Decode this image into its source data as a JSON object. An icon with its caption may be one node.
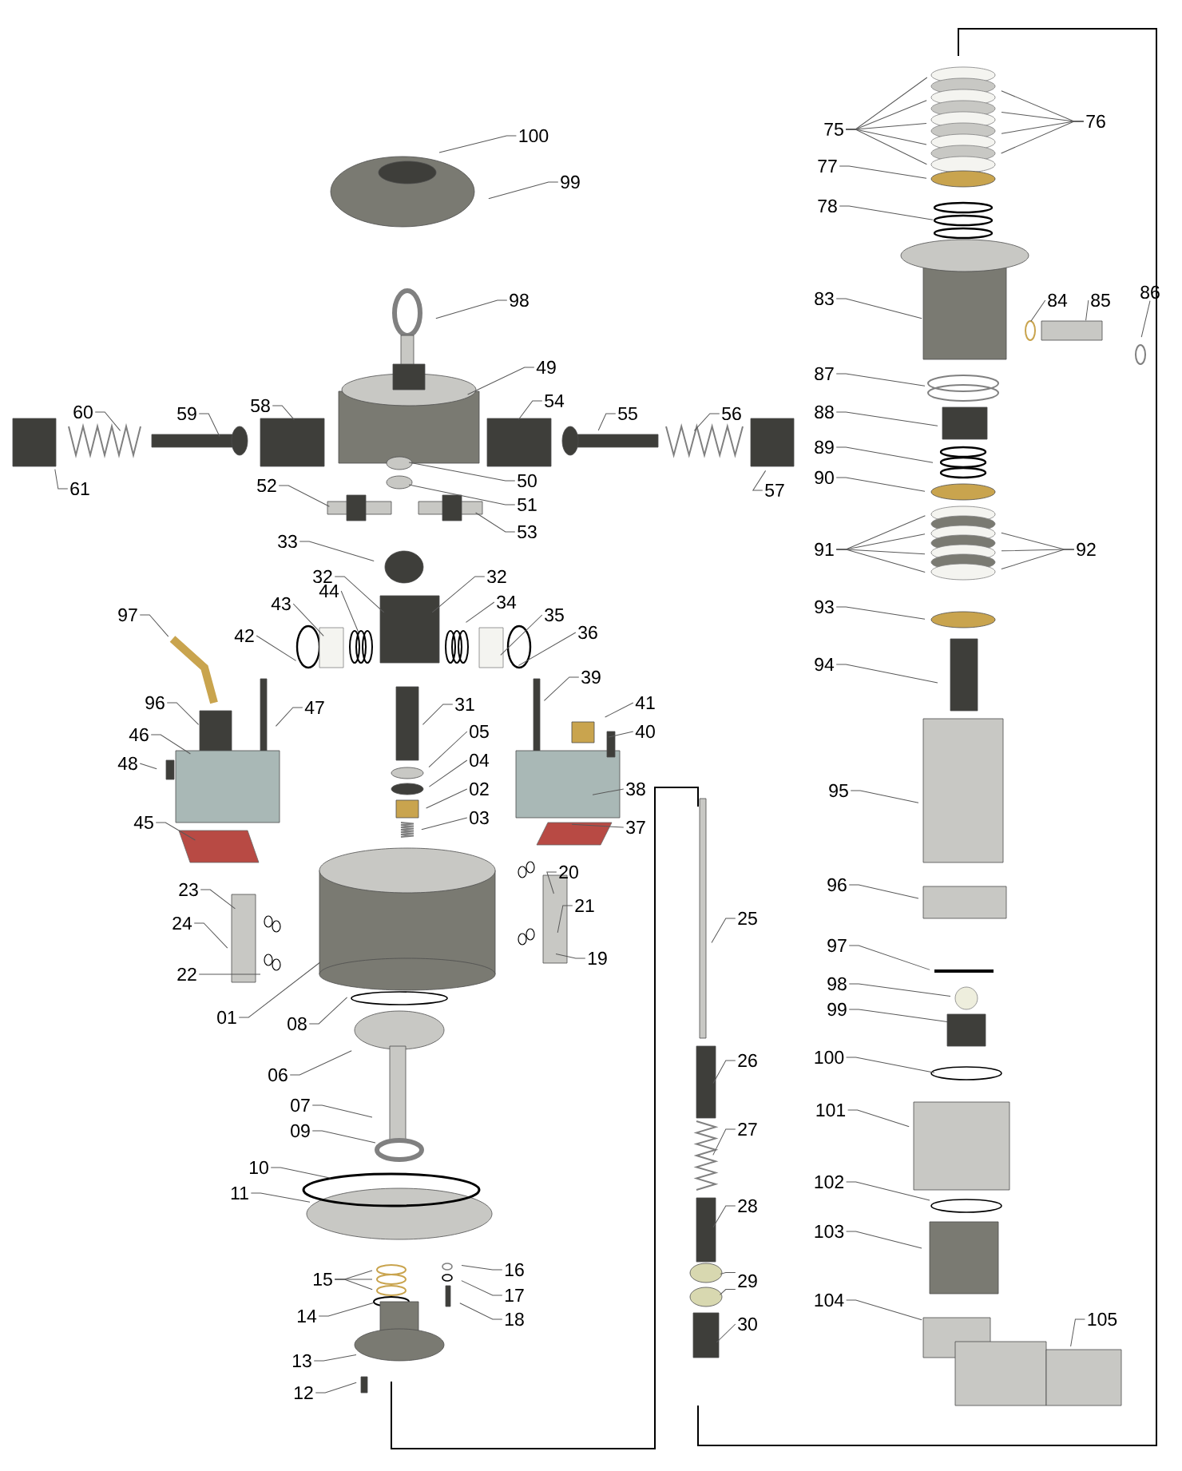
{
  "diagram": {
    "nodes": [
      {
        "text": [
          "100"
        ]
      },
      {
        "text": [
          "99"
        ]
      },
      {
        "text": [
          "98"
        ]
      },
      {
        "text": [
          "49"
        ]
      },
      {
        "text": [
          "58"
        ]
      },
      {
        "text": [
          "54"
        ]
      },
      {
        "text": [
          "59"
        ]
      },
      {
        "text": [
          "60"
        ]
      },
      {
        "text": [
          "61"
        ]
      },
      {
        "text": [
          "55"
        ]
      },
      {
        "text": [
          "56"
        ]
      },
      {
        "text": [
          "57"
        ]
      },
      {
        "text": [
          "50"
        ]
      },
      {
        "text": [
          "51"
        ]
      },
      {
        "text": [
          "52"
        ]
      },
      {
        "text": [
          "53"
        ]
      },
      {
        "text": [
          "33"
        ]
      },
      {
        "text": [
          "32"
        ]
      },
      {
        "text": [
          "32"
        ]
      },
      {
        "text": [
          "97"
        ]
      },
      {
        "text": [
          "42"
        ]
      },
      {
        "text": [
          "43"
        ]
      },
      {
        "text": [
          "44"
        ]
      },
      {
        "text": [
          "34"
        ]
      },
      {
        "text": [
          "35"
        ]
      },
      {
        "text": [
          "36"
        ]
      },
      {
        "text": [
          "39"
        ]
      },
      {
        "text": [
          "31"
        ]
      },
      {
        "text": [
          "47"
        ]
      },
      {
        "text": [
          "96"
        ]
      },
      {
        "text": [
          "41"
        ]
      },
      {
        "text": [
          "40"
        ]
      },
      {
        "text": [
          "46"
        ]
      },
      {
        "text": [
          "48"
        ]
      },
      {
        "text": [
          "05"
        ]
      },
      {
        "text": [
          "04"
        ]
      },
      {
        "text": [
          "02"
        ]
      },
      {
        "text": [
          "38"
        ]
      },
      {
        "text": [
          "03"
        ]
      },
      {
        "text": [
          "37"
        ]
      },
      {
        "text": [
          "45"
        ]
      },
      {
        "text": [
          "20"
        ]
      },
      {
        "text": [
          "23"
        ]
      },
      {
        "text": [
          "21"
        ]
      },
      {
        "text": [
          "24"
        ]
      },
      {
        "text": [
          "25"
        ]
      },
      {
        "text": [
          "19"
        ]
      },
      {
        "text": [
          "22"
        ]
      },
      {
        "text": [
          "01"
        ]
      },
      {
        "text": [
          "08"
        ]
      },
      {
        "text": [
          "06"
        ]
      },
      {
        "text": [
          "07"
        ]
      },
      {
        "text": [
          "09"
        ]
      },
      {
        "text": [
          "10"
        ]
      },
      {
        "text": [
          "11"
        ]
      },
      {
        "text": [
          "15"
        ]
      },
      {
        "text": [
          "16"
        ]
      },
      {
        "text": [
          "17"
        ]
      },
      {
        "text": [
          "18"
        ]
      },
      {
        "text": [
          "14"
        ]
      },
      {
        "text": [
          "13"
        ]
      },
      {
        "text": [
          "12"
        ]
      },
      {
        "text": [
          "26"
        ]
      },
      {
        "text": [
          "27"
        ]
      },
      {
        "text": [
          "28"
        ]
      },
      {
        "text": [
          "29"
        ]
      },
      {
        "text": [
          "30"
        ]
      },
      {
        "text": [
          "75"
        ]
      },
      {
        "text": [
          "76"
        ]
      },
      {
        "text": [
          "77"
        ]
      },
      {
        "text": [
          "78"
        ]
      },
      {
        "text": [
          "83"
        ]
      },
      {
        "text": [
          "84"
        ]
      },
      {
        "text": [
          "85"
        ]
      },
      {
        "text": [
          "86"
        ]
      },
      {
        "text": [
          "87"
        ]
      },
      {
        "text": [
          "88"
        ]
      },
      {
        "text": [
          "89"
        ]
      },
      {
        "text": [
          "90"
        ]
      },
      {
        "text": [
          "91"
        ]
      },
      {
        "text": [
          "92"
        ]
      },
      {
        "text": [
          "93"
        ]
      },
      {
        "text": [
          "94"
        ]
      },
      {
        "text": [
          "95"
        ]
      },
      {
        "text": [
          "96"
        ]
      },
      {
        "text": [
          "97"
        ]
      },
      {
        "text": [
          "98"
        ]
      },
      {
        "text": [
          "99"
        ]
      },
      {
        "text": [
          "100"
        ]
      },
      {
        "text": [
          "101"
        ]
      },
      {
        "text": [
          "102"
        ]
      },
      {
        "text": [
          "103"
        ]
      },
      {
        "text": [
          "104"
        ]
      },
      {
        "text": [
          "105"
        ]
      }
    ],
    "edges": [
      {
        "from": 0,
        "to": null,
        "arrow": "none"
      },
      {
        "from": 1,
        "to": null,
        "arrow": "none"
      },
      {
        "from": 2,
        "to": null,
        "arrow": "none"
      },
      {
        "from": 3,
        "to": null,
        "arrow": "none"
      },
      {
        "from": 4,
        "to": null,
        "arrow": "none"
      },
      {
        "from": 5,
        "to": null,
        "arrow": "none"
      },
      {
        "from": 6,
        "to": null,
        "arrow": "none"
      },
      {
        "from": 7,
        "to": null,
        "arrow": "none"
      },
      {
        "from": 8,
        "to": null,
        "arrow": "none"
      },
      {
        "from": 9,
        "to": null,
        "arrow": "none"
      },
      {
        "from": 10,
        "to": null,
        "arrow": "none"
      },
      {
        "from": 11,
        "to": null,
        "arrow": "none"
      },
      {
        "from": 12,
        "to": null,
        "arrow": "none"
      },
      {
        "from": 13,
        "to": null,
        "arrow": "none"
      },
      {
        "from": 14,
        "to": null,
        "arrow": "none"
      },
      {
        "from": 15,
        "to": null,
        "arrow": "none"
      },
      {
        "from": 16,
        "to": null,
        "arrow": "none"
      },
      {
        "from": 17,
        "to": null,
        "arrow": "none"
      },
      {
        "from": 18,
        "to": null,
        "arrow": "none"
      },
      {
        "from": 19,
        "to": null,
        "arrow": "none"
      },
      {
        "from": 20,
        "to": null,
        "arrow": "none"
      },
      {
        "from": 21,
        "to": null,
        "arrow": "none"
      },
      {
        "from": 22,
        "to": null,
        "arrow": "none"
      },
      {
        "from": 23,
        "to": null,
        "arrow": "none"
      },
      {
        "from": 24,
        "to": null,
        "arrow": "none"
      },
      {
        "from": 25,
        "to": null,
        "arrow": "none"
      },
      {
        "from": 26,
        "to": null,
        "arrow": "none"
      },
      {
        "from": 27,
        "to": null,
        "arrow": "none"
      },
      {
        "from": 28,
        "to": null,
        "arrow": "none"
      },
      {
        "from": 29,
        "to": null,
        "arrow": "none"
      },
      {
        "from": 30,
        "to": null,
        "arrow": "none"
      },
      {
        "from": 31,
        "to": null,
        "arrow": "none"
      },
      {
        "from": 32,
        "to": null,
        "arrow": "none"
      },
      {
        "from": 33,
        "to": null,
        "arrow": "none"
      },
      {
        "from": 34,
        "to": null,
        "arrow": "none"
      },
      {
        "from": 35,
        "to": null,
        "arrow": "none"
      },
      {
        "from": 36,
        "to": null,
        "arrow": "none"
      },
      {
        "from": 37,
        "to": null,
        "arrow": "none"
      },
      {
        "from": 38,
        "to": null,
        "arrow": "none"
      },
      {
        "from": 39,
        "to": null,
        "arrow": "none"
      },
      {
        "from": 40,
        "to": null,
        "arrow": "none"
      },
      {
        "from": 41,
        "to": null,
        "arrow": "none"
      },
      {
        "from": 42,
        "to": null,
        "arrow": "none"
      },
      {
        "from": 43,
        "to": null,
        "arrow": "none"
      },
      {
        "from": 44,
        "to": null,
        "arrow": "none"
      },
      {
        "from": 45,
        "to": null,
        "arrow": "none"
      },
      {
        "from": 46,
        "to": null,
        "arrow": "none"
      },
      {
        "from": 47,
        "to": null,
        "arrow": "none"
      },
      {
        "from": 48,
        "to": null,
        "arrow": "none"
      },
      {
        "from": 49,
        "to": null,
        "arrow": "none"
      },
      {
        "from": 50,
        "to": null,
        "arrow": "none"
      },
      {
        "from": 51,
        "to": null,
        "arrow": "none"
      },
      {
        "from": 52,
        "to": null,
        "arrow": "none"
      },
      {
        "from": 53,
        "to": null,
        "arrow": "none"
      },
      {
        "from": 54,
        "to": null,
        "arrow": "none"
      },
      {
        "from": 55,
        "to": null,
        "arrow": "none"
      },
      {
        "from": 55,
        "to": null,
        "arrow": "none"
      },
      {
        "from": 55,
        "to": null,
        "arrow": "none"
      },
      {
        "from": 56,
        "to": null,
        "arrow": "none"
      },
      {
        "from": 57,
        "to": null,
        "arrow": "none"
      },
      {
        "from": 58,
        "to": null,
        "arrow": "none"
      },
      {
        "from": 59,
        "to": null,
        "arrow": "none"
      },
      {
        "from": 60,
        "to": null,
        "arrow": "none"
      },
      {
        "from": 61,
        "to": null,
        "arrow": "none"
      },
      {
        "from": 62,
        "to": null,
        "arrow": "none"
      },
      {
        "from": 63,
        "to": null,
        "arrow": "none"
      },
      {
        "from": 64,
        "to": null,
        "arrow": "none"
      },
      {
        "from": 65,
        "to": null,
        "arrow": "none"
      },
      {
        "from": 65,
        "to": null,
        "arrow": "none"
      },
      {
        "from": 66,
        "to": null,
        "arrow": "none"
      },
      {
        "from": 67,
        "to": null,
        "arrow": "none"
      },
      {
        "from": 67,
        "to": null,
        "arrow": "none"
      },
      {
        "from": 67,
        "to": null,
        "arrow": "none"
      },
      {
        "from": 67,
        "to": null,
        "arrow": "none"
      },
      {
        "from": 67,
        "to": null,
        "arrow": "none"
      },
      {
        "from": 68,
        "to": null,
        "arrow": "none"
      },
      {
        "from": 68,
        "to": null,
        "arrow": "none"
      },
      {
        "from": 68,
        "to": null,
        "arrow": "none"
      },
      {
        "from": 68,
        "to": null,
        "arrow": "none"
      },
      {
        "from": 69,
        "to": null,
        "arrow": "none"
      },
      {
        "from": 70,
        "to": null,
        "arrow": "none"
      },
      {
        "from": 71,
        "to": null,
        "arrow": "none"
      },
      {
        "from": 72,
        "to": null,
        "arrow": "none"
      },
      {
        "from": 73,
        "to": null,
        "arrow": "none"
      },
      {
        "from": 74,
        "to": null,
        "arrow": "none"
      },
      {
        "from": 75,
        "to": null,
        "arrow": "none"
      },
      {
        "from": 76,
        "to": null,
        "arrow": "none"
      },
      {
        "from": 77,
        "to": null,
        "arrow": "none"
      },
      {
        "from": 78,
        "to": null,
        "arrow": "none"
      },
      {
        "from": 79,
        "to": null,
        "arrow": "none"
      },
      {
        "from": 79,
        "to": null,
        "arrow": "none"
      },
      {
        "from": 79,
        "to": null,
        "arrow": "none"
      },
      {
        "from": 79,
        "to": null,
        "arrow": "none"
      },
      {
        "from": 80,
        "to": null,
        "arrow": "none"
      },
      {
        "from": 80,
        "to": null,
        "arrow": "none"
      },
      {
        "from": 80,
        "to": null,
        "arrow": "none"
      },
      {
        "from": 81,
        "to": null,
        "arrow": "none"
      },
      {
        "from": 82,
        "to": null,
        "arrow": "none"
      },
      {
        "from": 83,
        "to": null,
        "arrow": "none"
      },
      {
        "from": 84,
        "to": null,
        "arrow": "none"
      },
      {
        "from": 85,
        "to": null,
        "arrow": "none"
      },
      {
        "from": 86,
        "to": null,
        "arrow": "none"
      },
      {
        "from": 87,
        "to": null,
        "arrow": "none"
      },
      {
        "from": 88,
        "to": null,
        "arrow": "none"
      },
      {
        "from": 89,
        "to": null,
        "arrow": "none"
      },
      {
        "from": 90,
        "to": null,
        "arrow": "none"
      },
      {
        "from": 91,
        "to": null,
        "arrow": "none"
      },
      {
        "from": 92,
        "to": null,
        "arrow": "none"
      },
      {
        "from": 93,
        "to": null,
        "arrow": "none"
      }
    ]
  }
}
